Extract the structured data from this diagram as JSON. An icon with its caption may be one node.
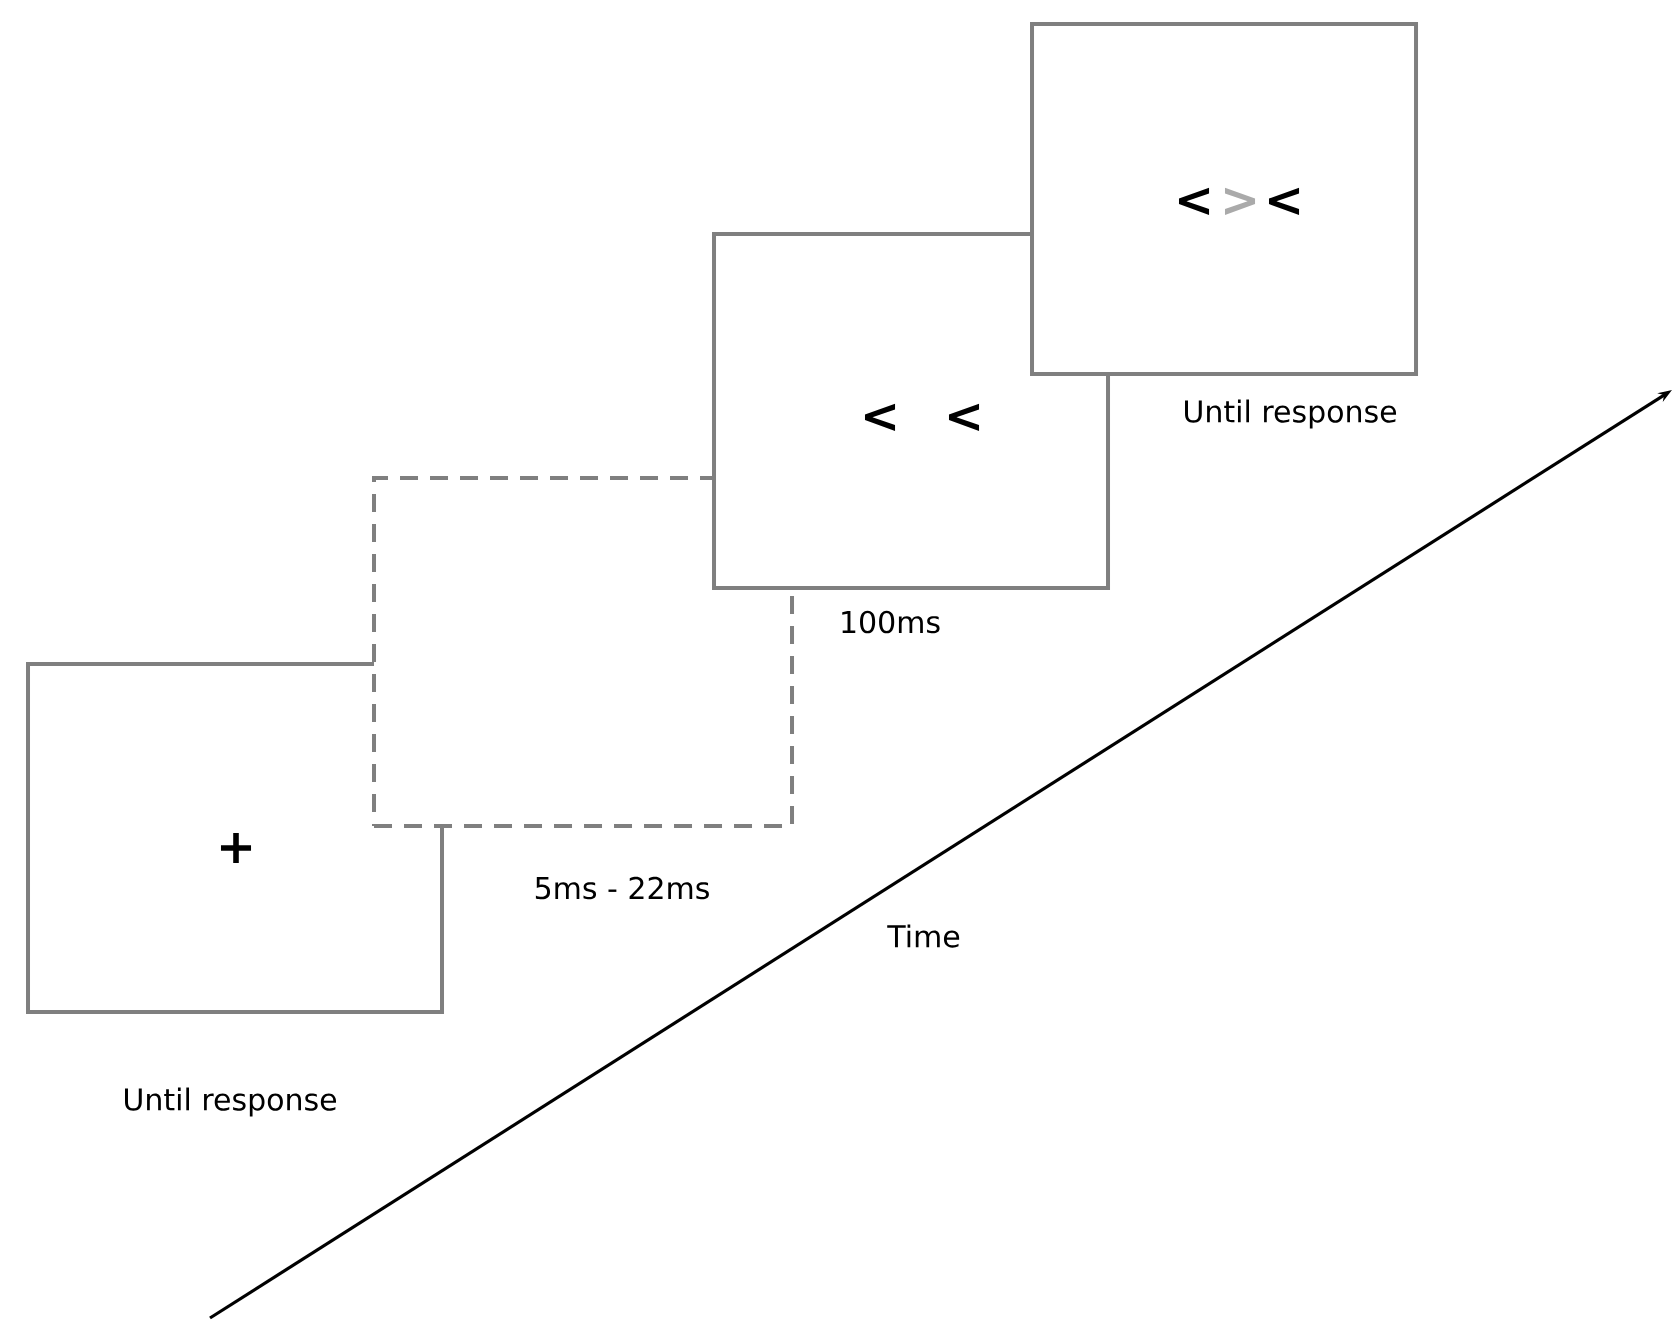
{
  "diagram": {
    "nodes": [
      {
        "text": [
          "+"
        ],
        "beside": [
          "Until response"
        ]
      },
      {
        "text": [],
        "shape": "box",
        "beside": [
          "5ms - 22ms"
        ]
      },
      {
        "text": [
          "<",
          "<"
        ],
        "beside": [
          "100ms"
        ]
      },
      {
        "text": [
          "<",
          ">",
          "<"
        ],
        "beside": [
          "Until response"
        ]
      }
    ],
    "labels": [
      "Time"
    ]
  }
}
